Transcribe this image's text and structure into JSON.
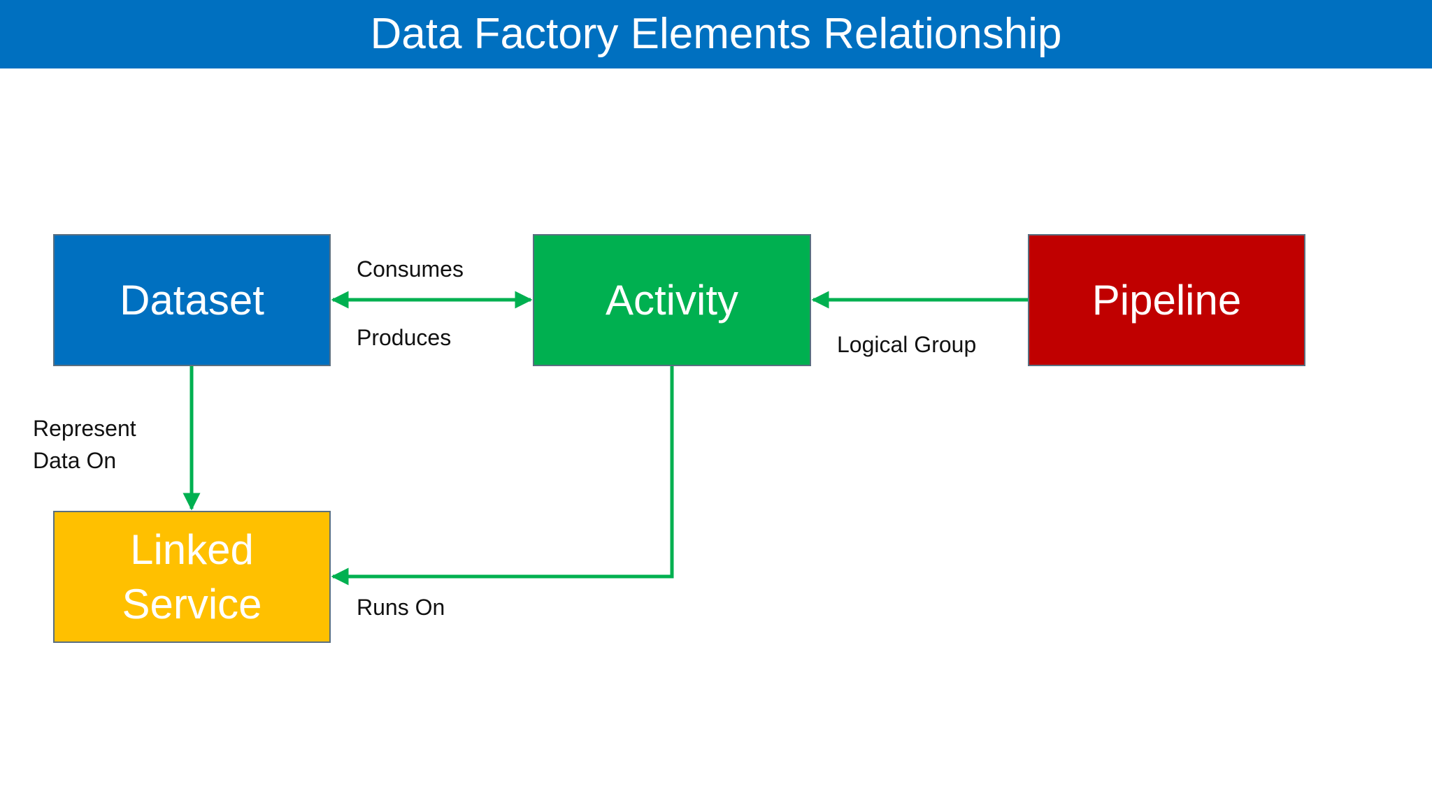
{
  "title": "Data Factory Elements Relationship",
  "nodes": {
    "dataset": {
      "label": "Dataset",
      "color": "#0070C0"
    },
    "activity": {
      "label": "Activity",
      "color": "#00B050"
    },
    "pipeline": {
      "label": "Pipeline",
      "color": "#C00000"
    },
    "linked_service": {
      "label": "Linked\nService",
      "color": "#FFC000"
    }
  },
  "edges": {
    "dataset_activity": {
      "top_label": "Consumes",
      "bottom_label": "Produces",
      "direction": "both"
    },
    "pipeline_activity": {
      "label": "Logical Group",
      "direction": "pipeline-to-activity"
    },
    "dataset_linked": {
      "label": "Represent\nData On",
      "direction": "dataset-to-linked-service"
    },
    "activity_linked": {
      "label": "Runs On",
      "direction": "activity-to-linked-service"
    }
  },
  "colors": {
    "header": "#0070C0",
    "connector": "#00B050"
  }
}
